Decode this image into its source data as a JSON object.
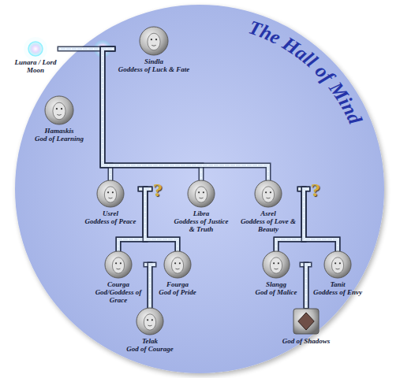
{
  "diagram": {
    "title": "The Hall of Mind",
    "nodes": [
      {
        "text": [
          "Lunara / Lord Moon"
        ]
      },
      {
        "text": [
          "Sindla",
          "Goddess of Luck & Fate"
        ]
      },
      {
        "text": [
          "Hamaskis",
          "God of Learning"
        ]
      },
      {
        "text": [
          "Usrel",
          "Goddess of Peace"
        ]
      },
      {
        "text": [
          "?"
        ]
      },
      {
        "text": [
          "Libra",
          "Goddess of Justice & Truth"
        ]
      },
      {
        "text": [
          "Asrel",
          "Goddess of Love & Beauty"
        ]
      },
      {
        "text": [
          "?"
        ]
      },
      {
        "text": [
          "Courga",
          "God/Goddess of Grace"
        ]
      },
      {
        "text": [
          "Fourga",
          "God of Pride"
        ]
      },
      {
        "text": [
          "Slangg",
          "God of Malice"
        ]
      },
      {
        "text": [
          "Tanit",
          "Goddess of Envy"
        ]
      },
      {
        "text": [
          "Telak",
          "God of Courage"
        ]
      },
      {
        "text": [
          "God of Shadows"
        ]
      }
    ],
    "edges": [
      {
        "from": 0,
        "to": 1,
        "arrow": "none"
      },
      {
        "from": 1,
        "to": 3,
        "arrow": "none"
      },
      {
        "from": 1,
        "to": 5,
        "arrow": "none"
      },
      {
        "from": 1,
        "to": 6,
        "arrow": "none"
      },
      {
        "from": 3,
        "to": 8,
        "arrow": "none"
      },
      {
        "from": 3,
        "to": 9,
        "arrow": "none"
      },
      {
        "from": 4,
        "to": 8,
        "arrow": "none"
      },
      {
        "from": 4,
        "to": 9,
        "arrow": "none"
      },
      {
        "from": 8,
        "to": 12,
        "arrow": "none"
      },
      {
        "from": 9,
        "to": 12,
        "arrow": "none"
      },
      {
        "from": 6,
        "to": 10,
        "arrow": "none"
      },
      {
        "from": 6,
        "to": 11,
        "arrow": "none"
      },
      {
        "from": 7,
        "to": 10,
        "arrow": "none"
      },
      {
        "from": 7,
        "to": 11,
        "arrow": "none"
      },
      {
        "from": 10,
        "to": 13,
        "arrow": "none"
      },
      {
        "from": 11,
        "to": 13,
        "arrow": "none"
      }
    ]
  }
}
